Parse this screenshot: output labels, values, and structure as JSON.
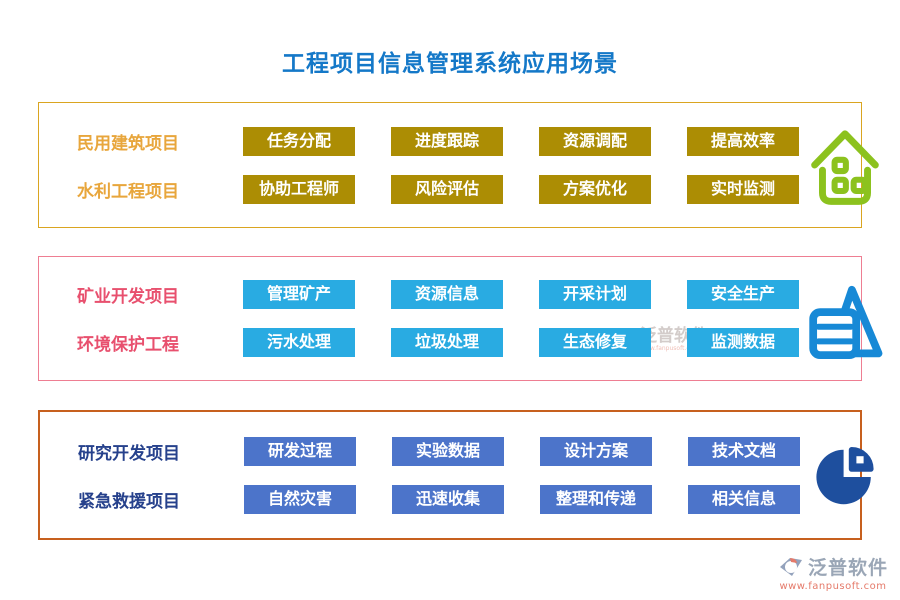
{
  "title": "工程项目信息管理系统应用场景",
  "sections": [
    {
      "name": "civil-and-water",
      "border_color": "#DAA520",
      "label_color": "#E8A63C",
      "button_bg": "#AC8D04",
      "icon": "house-icon",
      "icon_color": "#8CC21E",
      "rows": [
        {
          "label": "民用建筑项目",
          "buttons": [
            "任务分配",
            "进度跟踪",
            "资源调配",
            "提高效率"
          ]
        },
        {
          "label": "水利工程项目",
          "buttons": [
            "协助工程师",
            "风险评估",
            "方案优化",
            "实时监测"
          ]
        }
      ]
    },
    {
      "name": "mining-and-environment",
      "border_color": "#EE7E92",
      "label_color": "#E8506E",
      "button_bg": "#29ABE2",
      "icon": "mountain-list-icon",
      "icon_color": "#1789D6",
      "rows": [
        {
          "label": "矿业开发项目",
          "buttons": [
            "管理矿产",
            "资源信息",
            "开采计划",
            "安全生产"
          ]
        },
        {
          "label": "环境保护工程",
          "buttons": [
            "污水处理",
            "垃圾处理",
            "生态修复",
            "监测数据"
          ]
        }
      ]
    },
    {
      "name": "research-and-rescue",
      "border_color": "#C7601E",
      "label_color": "#26418C",
      "button_bg": "#4C74CA",
      "icon": "pie-chart-icon",
      "icon_color": "#1E4F9E",
      "rows": [
        {
          "label": "研究开发项目",
          "buttons": [
            "研发过程",
            "实验数据",
            "设计方案",
            "技术文档"
          ]
        },
        {
          "label": "紧急救援项目",
          "buttons": [
            "自然灾害",
            "迅速收集",
            "整理和传递",
            "相关信息"
          ]
        }
      ]
    }
  ],
  "watermark": {
    "text": "泛普软件",
    "url": "www.fanpusoft.com"
  },
  "footer": {
    "brand": "泛普软件",
    "url": "www.fanpusoft.com"
  },
  "colors": {
    "title": "#1478C8",
    "page_bg": "#FFFFFF",
    "footer_brand": "#9AA6B6",
    "footer_url": "#E57A6A"
  }
}
